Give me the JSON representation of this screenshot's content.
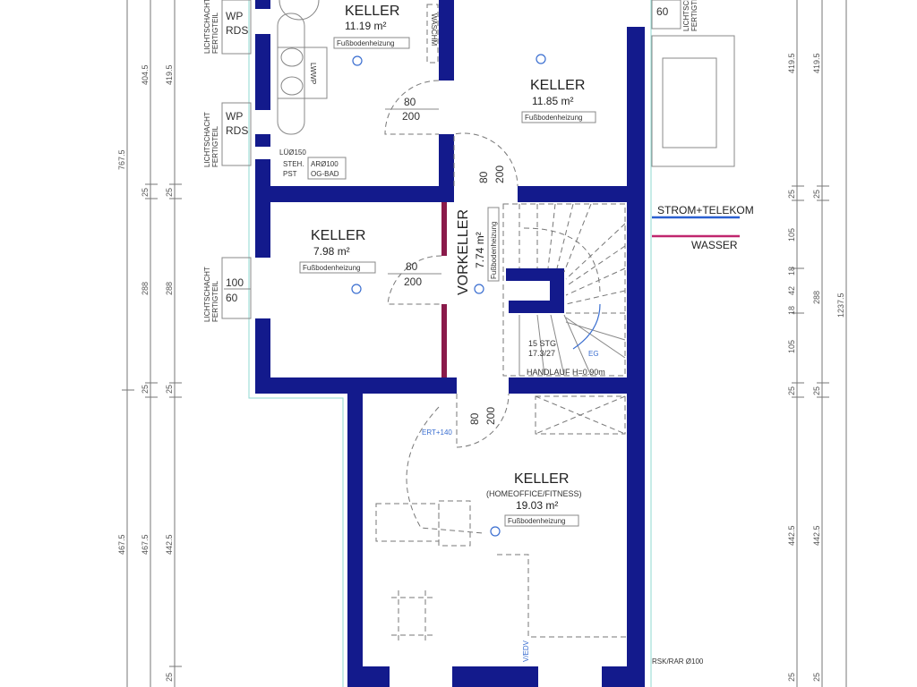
{
  "rooms": [
    {
      "name": "KELLER",
      "area": "11.19 m²",
      "heating": "Fußbodenheizung"
    },
    {
      "name": "KELLER",
      "area": "11.85 m²",
      "heating": "Fußbodenheizung"
    },
    {
      "name": "KELLER",
      "area": "7.98 m²",
      "heating": "Fußbodenheizung"
    },
    {
      "name": "VORKELLER",
      "area": "7.74 m²",
      "heating": "Fußbodenheizung"
    },
    {
      "name": "KELLER",
      "subtitle": "(HOMEOFFICE/FITNESS)",
      "area": "19.03 m²",
      "heating": "Fußbodenheizung"
    }
  ],
  "doors": [
    {
      "width": "80",
      "height": "200"
    },
    {
      "width": "80",
      "height": "200"
    },
    {
      "width": "80",
      "height": "200"
    },
    {
      "width": "80",
      "height": "200"
    }
  ],
  "windows": [
    {
      "width": "100",
      "height": "60"
    },
    {
      "height": "60"
    }
  ],
  "labels": {
    "wp1": "WP",
    "rds1": "RDS",
    "wp2": "WP",
    "rds2": "RDS",
    "lwwp": "LWWP",
    "lue": "LÜØ150",
    "steh": "STEH.",
    "pst": "PST",
    "ar": "ARØ100",
    "ogbad": "OG-BAD",
    "lichtschacht": "LICHTSCHACHT",
    "fertigteil": "FERTIGTEIL",
    "strom": "STROM+TELEKOM",
    "wasser": "WASSER",
    "stg": "15 STG",
    "stgsize": "17.3/27",
    "eg": "EG",
    "handlauf": "HANDLAUF H=0.90m",
    "ert": "ERT+140",
    "vedv": "V/EDV",
    "rsk": "RSK/RAR Ø100",
    "waschm": "WASCHM"
  },
  "dimensions": {
    "left_outer": [
      "767.5",
      "467.5"
    ],
    "left_mid": [
      "404.5",
      "25",
      "288",
      "25",
      "467.5"
    ],
    "left_inner": [
      "419.5",
      "25",
      "288",
      "25",
      "442.5",
      "25"
    ],
    "right_inner": [
      "419.5",
      "25",
      "105",
      "18",
      "42",
      "18",
      "105",
      "25",
      "442.5",
      "25"
    ],
    "right_mid": [
      "419.5",
      "25",
      "288",
      "25",
      "442.5",
      "25"
    ],
    "right_outer": [
      "1237.5"
    ]
  },
  "colors": {
    "wall": "#131a8c",
    "strom_line": "#2a5fd0",
    "wasser_line": "#c0266e",
    "partition": "#8a1a4a"
  }
}
